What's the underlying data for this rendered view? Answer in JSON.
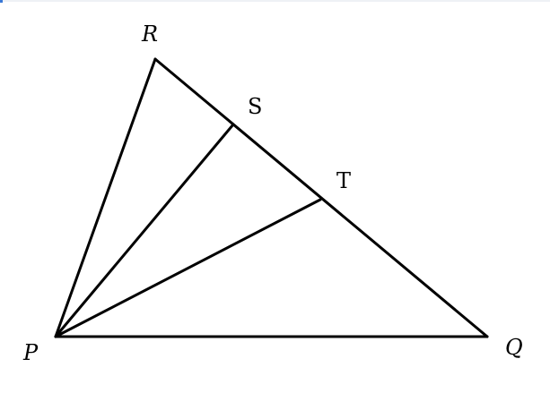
{
  "diagram": {
    "points": {
      "P": {
        "label": "P"
      },
      "Q": {
        "label": "Q"
      },
      "R": {
        "label": "R"
      },
      "S": {
        "label": "S"
      },
      "T": {
        "label": "T"
      }
    },
    "segments": [
      {
        "from": "P",
        "to": "R"
      },
      {
        "from": "R",
        "to": "Q"
      },
      {
        "from": "P",
        "to": "Q"
      },
      {
        "from": "P",
        "to": "S"
      },
      {
        "from": "P",
        "to": "T"
      }
    ],
    "colors": {
      "stroke": "#000000",
      "background": "#ffffff",
      "accent": "#3a78d6"
    }
  }
}
